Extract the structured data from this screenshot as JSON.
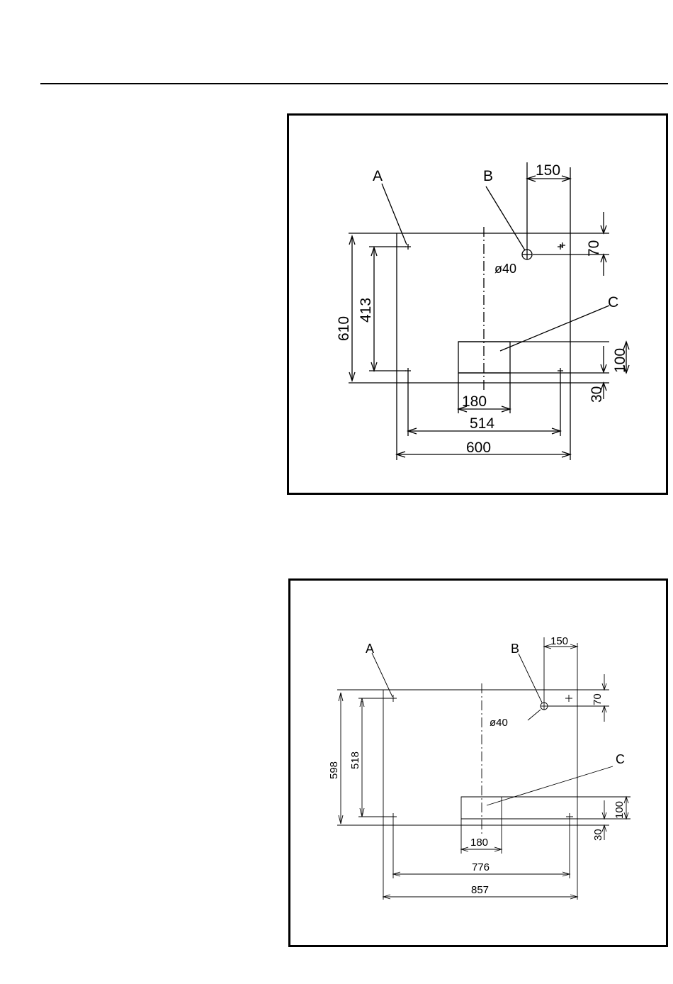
{
  "page": {
    "header_rule": ""
  },
  "diagram_top": {
    "labels": {
      "a": "A",
      "b": "B",
      "c": "C"
    },
    "dims": {
      "d150": "150",
      "d70": "70",
      "d40": "ø40",
      "d413": "413",
      "d610": "610",
      "d100": "100",
      "d30": "30",
      "d180": "180",
      "d514": "514",
      "d600": "600"
    }
  },
  "diagram_bottom": {
    "labels": {
      "a": "A",
      "b": "B",
      "c": "C"
    },
    "dims": {
      "d150": "150",
      "d70": "70",
      "d40": "ø40",
      "d518": "518",
      "d598": "598",
      "d100": "100",
      "d30": "30",
      "d180": "180",
      "d776": "776",
      "d857": "857"
    }
  },
  "colors": {
    "line": "#000000",
    "background": "#ffffff"
  }
}
